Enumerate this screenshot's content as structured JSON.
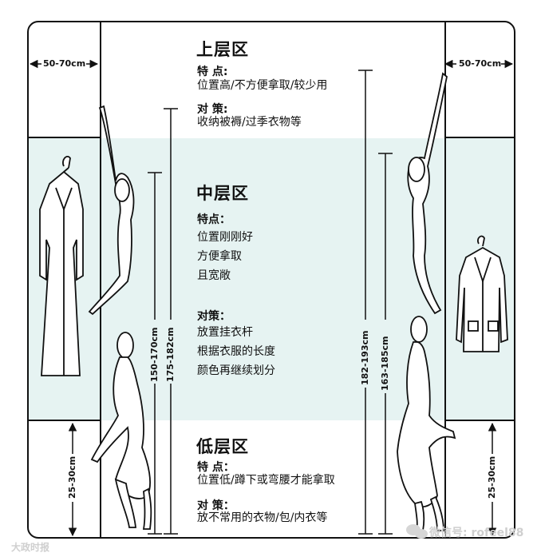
{
  "upper": {
    "title": "上层区",
    "features_label": "特 点:",
    "features_text": "位置高/不方便拿取/较少用",
    "strategy_label": "对 策:",
    "strategy_text": "收纳被褥/过季衣物等"
  },
  "middle": {
    "title": "中层区",
    "features_label": "特点：",
    "features_lines": [
      "位置刚刚好",
      "方便拿取",
      "且宽敞"
    ],
    "strategy_label": "对策：",
    "strategy_lines": [
      "放置挂衣杆",
      "根据衣服的长度",
      "颜色再继续划分"
    ]
  },
  "lower": {
    "title": "低层区",
    "features_label": "特 点：",
    "features_text": "位置低/蹲下或弯腰才能拿取",
    "strategy_label": "对 策：",
    "strategy_text": "放不常用的衣物/包/内衣等"
  },
  "dimensions": {
    "left_width": "50-70cm",
    "right_width": "50-70cm",
    "left_bottom": "25-30cm",
    "right_bottom": "25-30cm",
    "left_reach_1": "150-170cm",
    "left_reach_2": "175-182cm",
    "right_reach_1": "182-193cm",
    "right_reach_2": "163-185cm"
  },
  "watermarks": {
    "left": "大政时报",
    "right": "微信号: rofeel88"
  },
  "colors": {
    "band": "#e6f3f2",
    "line": "#111111"
  }
}
